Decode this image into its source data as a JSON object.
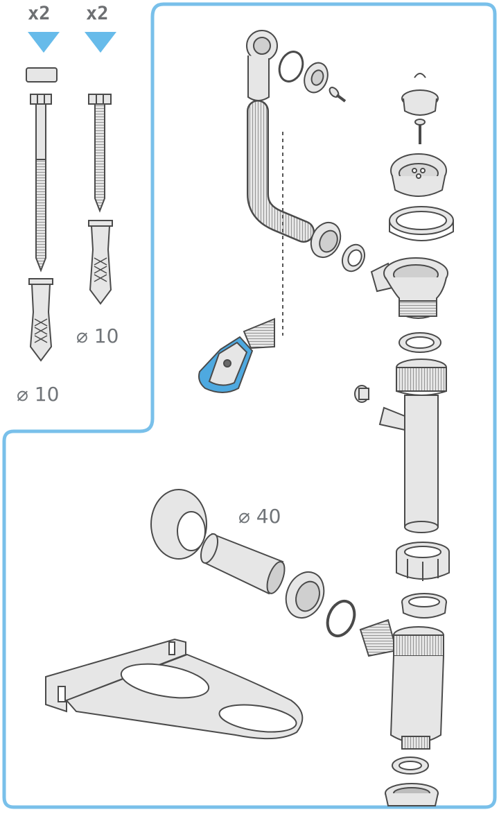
{
  "quantities": {
    "long_screw": "x2",
    "short_screw": "x2"
  },
  "diameters": {
    "long_plug": "⌀ 10",
    "short_plug": "⌀ 10",
    "pipe": "⌀ 40"
  },
  "colors": {
    "frame": "#79c0ea",
    "marker": "#67bbea",
    "part_fill": "#e6e6e6",
    "part_stroke": "#4a4a4a",
    "accent": "#5aaee0"
  }
}
